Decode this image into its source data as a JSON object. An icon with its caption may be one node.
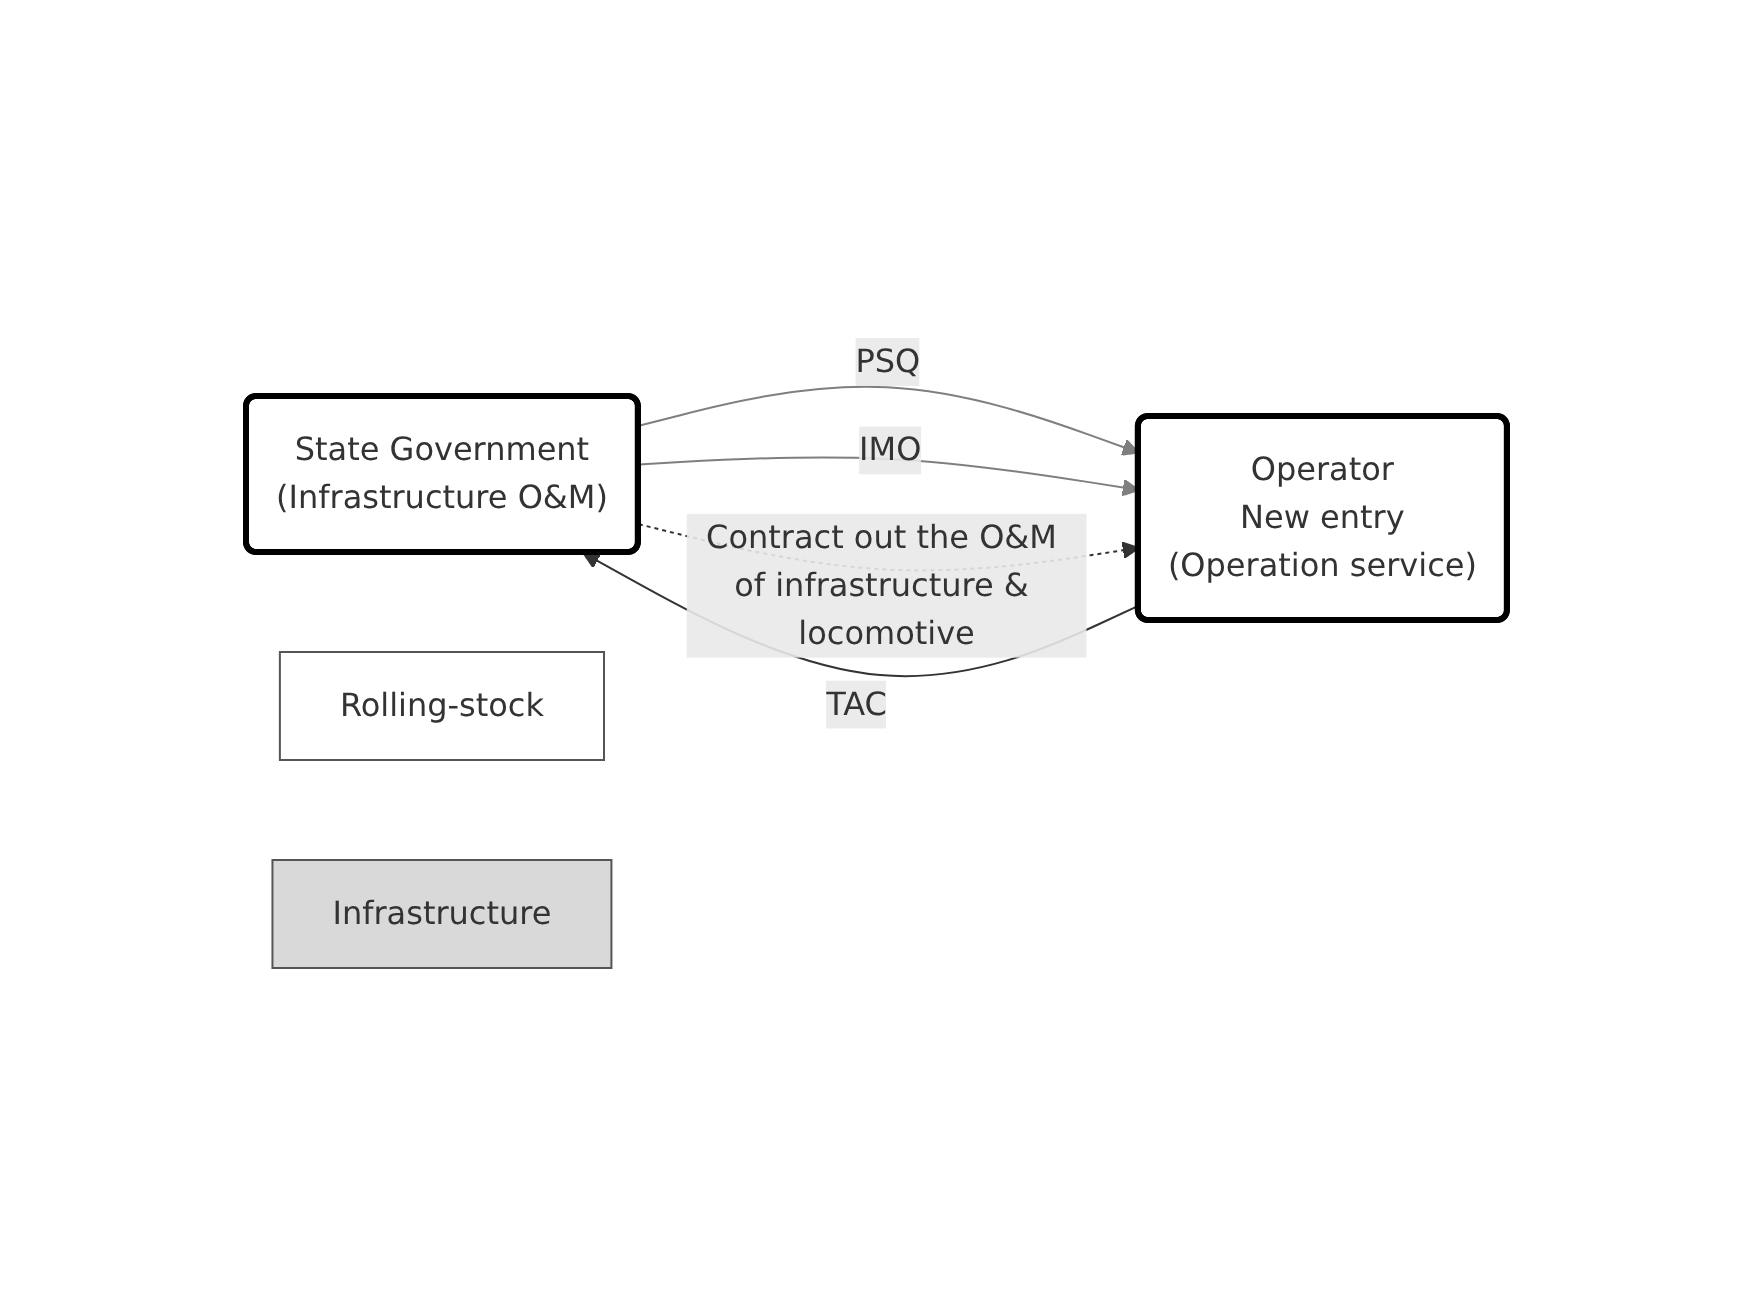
{
  "diagram": {
    "nodes": [
      {
        "text": [
          "State Government",
          "(Infrastructure O&M)"
        ]
      },
      {
        "text": [
          "Operator",
          "New entry",
          "(Operation service)"
        ]
      },
      {
        "text": [
          "Rolling-stock"
        ]
      },
      {
        "text": [
          "Infrastructure"
        ]
      }
    ],
    "edges": [
      {
        "from": 0,
        "to": 1,
        "arrow": "to",
        "label": "PSQ",
        "color": "#7f7f7f"
      },
      {
        "from": 1,
        "to": 0,
        "arrow": "to",
        "label": "TAC"
      },
      {
        "from": 0,
        "to": 1,
        "arrow": "to",
        "label": "IMO",
        "color": "#7f7f7f"
      },
      {
        "from": 0,
        "to": 1,
        "arrow": "to",
        "label": "Contract out the O&M of infrastructure & locomotive",
        "style": "dashed"
      }
    ]
  }
}
